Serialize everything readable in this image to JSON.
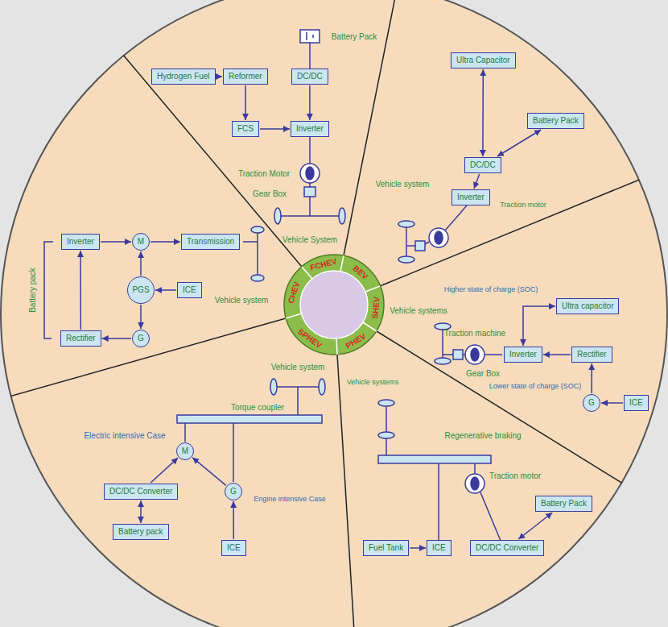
{
  "diagram": {
    "nodes": [
      {
        "text": [
          "Hydrogen Fuel"
        ]
      },
      {
        "text": [
          "Reformer"
        ]
      },
      {
        "text": [
          "FCS"
        ]
      },
      {
        "text": [
          "DC/DC"
        ]
      },
      {
        "text": [
          "Inverter"
        ]
      },
      {
        "text": [
          "Ultra Capacitor"
        ]
      },
      {
        "text": [
          "Battery Pack"
        ]
      },
      {
        "text": [
          "DC/DC"
        ]
      },
      {
        "text": [
          "Inverter"
        ]
      },
      {
        "text": [
          "ICE"
        ]
      },
      {
        "text": [
          "G"
        ]
      },
      {
        "text": [
          "Rectifier"
        ]
      },
      {
        "text": [
          "Inverter"
        ]
      },
      {
        "text": [
          "Ultra capacitor"
        ]
      },
      {
        "text": [
          "Fuel Tank"
        ]
      },
      {
        "text": [
          "ICE"
        ]
      },
      {
        "text": [
          "DC/DC Converter"
        ]
      },
      {
        "text": [
          "Battery Pack"
        ]
      },
      {
        "text": [
          "Battery pack"
        ]
      },
      {
        "text": [
          "DC/DC Converter"
        ]
      },
      {
        "text": [
          "ICE"
        ]
      },
      {
        "text": [
          "M"
        ]
      },
      {
        "text": [
          "G"
        ]
      },
      {
        "text": [
          "Inverter"
        ]
      },
      {
        "text": [
          "Rectifier"
        ]
      },
      {
        "text": [
          "M"
        ]
      },
      {
        "text": [
          "G"
        ]
      },
      {
        "text": [
          "PGS"
        ]
      },
      {
        "text": [
          "ICE"
        ]
      },
      {
        "text": [
          "Transmission"
        ]
      }
    ],
    "edges": [
      {
        "from": 0,
        "to": 1,
        "arrow": "to"
      },
      {
        "from": 1,
        "to": 2,
        "arrow": "to"
      },
      {
        "from": 2,
        "to": 4,
        "arrow": "to"
      },
      {
        "from": 3,
        "to": 4,
        "arrow": "to"
      },
      {
        "from": 5,
        "to": 7,
        "arrow": "both"
      },
      {
        "from": 6,
        "to": 7,
        "arrow": "both"
      },
      {
        "from": 7,
        "to": 8,
        "arrow": "to"
      },
      {
        "from": 9,
        "to": 10,
        "arrow": "to"
      },
      {
        "from": 10,
        "to": 11,
        "arrow": "to"
      },
      {
        "from": 11,
        "to": 12,
        "arrow": "to"
      },
      {
        "from": 13,
        "to": 12,
        "arrow": "both"
      },
      {
        "from": 14,
        "to": 15,
        "arrow": "to"
      },
      {
        "from": 17,
        "to": 16,
        "arrow": "both"
      },
      {
        "from": 18,
        "to": 19,
        "arrow": "both"
      },
      {
        "from": 19,
        "to": 21,
        "arrow": "to"
      },
      {
        "from": 20,
        "to": 22,
        "arrow": "to"
      },
      {
        "from": 22,
        "to": 21,
        "arrow": "to"
      },
      {
        "from": 24,
        "to": 23,
        "arrow": "to"
      },
      {
        "from": 26,
        "to": 24,
        "arrow": "to"
      },
      {
        "from": 23,
        "to": 25,
        "arrow": "to"
      },
      {
        "from": 25,
        "to": 29,
        "arrow": "to"
      },
      {
        "from": 28,
        "to": 27,
        "arrow": "to"
      },
      {
        "from": 27,
        "to": 25,
        "arrow": "to"
      },
      {
        "from": 27,
        "to": 26,
        "arrow": "to"
      }
    ],
    "labels": [
      "FCHEV",
      "BEV",
      "SHEV",
      "PHEV",
      "SPHEV",
      "CHEV",
      "Battery Pack",
      "Traction Motor",
      "Gear Box",
      "Vehicle System",
      "Traction motor",
      "Vehicle system",
      "Higher state of charge (SOC)",
      "Lower state of charge (SOC)",
      "Traction machine",
      "Gear Box",
      "Vehicle systems",
      "Vehicle systems",
      "Regenerative braking",
      "Traction motor",
      "Electric intensive Case",
      "Engine intensive Case",
      "Torque coupler",
      "Vehicle system",
      "Battery pack",
      "Vehicle system"
    ]
  }
}
